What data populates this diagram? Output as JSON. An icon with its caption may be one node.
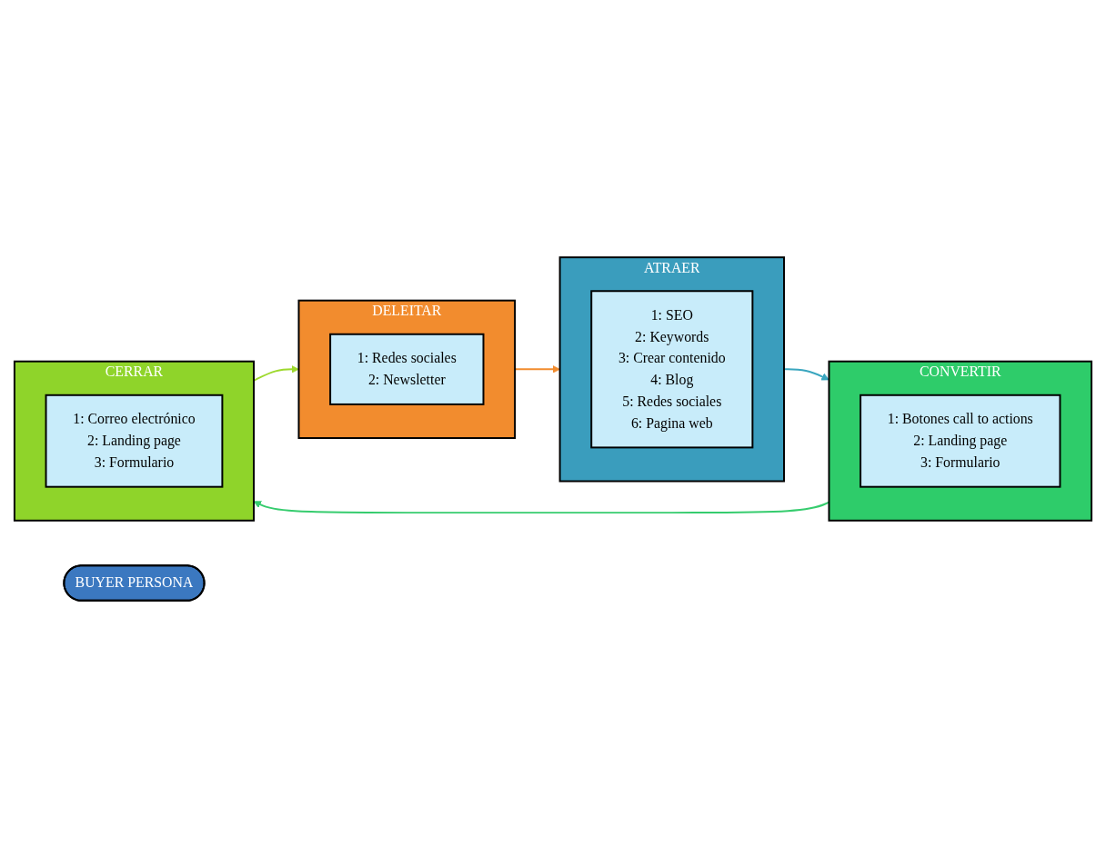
{
  "diagram": {
    "nodes": [
      {
        "text": [
          "ATRAER"
        ]
      },
      {
        "text": [
          "1: SEO",
          "2: Keywords",
          "3: Crear contenido",
          "4: Blog",
          "5: Redes sociales",
          "6: Pagina web"
        ],
        "in": 0
      },
      {
        "text": [
          "DELEITAR"
        ]
      },
      {
        "text": [
          "1: Redes sociales",
          "2: Newsletter"
        ],
        "in": 2
      },
      {
        "text": [
          "CONVERTIR"
        ]
      },
      {
        "text": [
          "1: Botones call to actions",
          "2: Landing page",
          "3: Formulario"
        ],
        "in": 4
      },
      {
        "text": [
          "BUYER PERSONA"
        ]
      },
      {
        "text": [
          "CERRAR"
        ]
      },
      {
        "text": [
          "1: Correo electrónico",
          "2: Landing page",
          "3: Formulario"
        ],
        "in": 7
      }
    ],
    "edges": [
      {
        "from": 2,
        "to": 0,
        "arrow": "to",
        "color": "#f28c2e"
      },
      {
        "from": 0,
        "to": 4,
        "arrow": "to",
        "color": "#3aa6bf"
      },
      {
        "from": 4,
        "to": 7,
        "arrow": "to",
        "color": "#36cc6e"
      },
      {
        "from": 7,
        "to": 2,
        "arrow": "to",
        "color": "#9ed92e"
      }
    ]
  }
}
